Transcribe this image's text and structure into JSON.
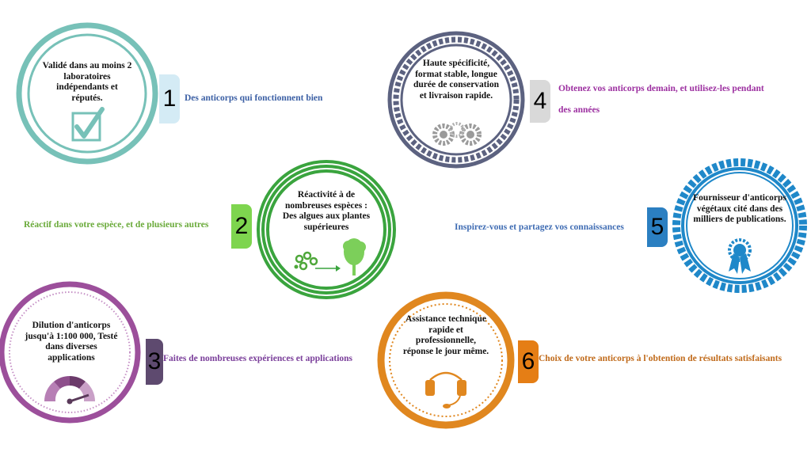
{
  "colors": {
    "c1": "#77c1b8",
    "c2": "#3aa43e",
    "c3": "#9c4f9b",
    "c4": "#5c6280",
    "c5": "#1f88c9",
    "c6": "#e0871f",
    "t1": "#d4ebf5",
    "t2": "#7ed54f",
    "t3": "#5e4a6f",
    "t4": "#d9d9d9",
    "t5": "#2b7fc1",
    "t6": "#e57e15",
    "l1": "#3b5fa4",
    "l2": "#6aaa3a",
    "l3": "#7a3e9a",
    "l4": "#9c2fa0",
    "l5": "#3f6cb3",
    "l6": "#c06a1a"
  },
  "items": [
    {
      "number": "1",
      "circle_text": "Validé dans au moins 2 laboratoires indépendants et réputés.",
      "label": "Des anticorps  qui  fonctionnent  bien",
      "icon": "checkmark-icon"
    },
    {
      "number": "2",
      "circle_text": "Réactivité à de nombreuses espèces : Des algues aux plantes supérieures",
      "label": "Réactif dans  votre espèce, et de plusieurs  autres",
      "icon": "algae-to-tree-icon"
    },
    {
      "number": "3",
      "circle_text": "Dilution d'anticorps jusqu'à 1:100 000, Testé dans diverses applications",
      "label": "Faites de nombreuses  expériences et applications",
      "icon": "gauge-icon"
    },
    {
      "number": "4",
      "circle_text": "Haute spécificité, format stable, longue durée de conservation et livraison rapide.",
      "label_lines": [
        "Obtenez  vos anticorps  demain,  et utilisez-les pendant",
        "des années"
      ],
      "icon": "gears-icon"
    },
    {
      "number": "5",
      "circle_text": "Fournisseur d'anticorps végétaux cité dans des milliers de publications.",
      "label": "Inspirez-vous  et partagez vos connaissances",
      "icon": "award-ribbon-icon"
    },
    {
      "number": "6",
      "circle_text": "Assistance technique rapide et professionnelle, réponse le jour même.",
      "label": "Choix  de votre anticorps  à l'obtention  de résultats satisfaisants",
      "icon": "headset-icon"
    }
  ]
}
